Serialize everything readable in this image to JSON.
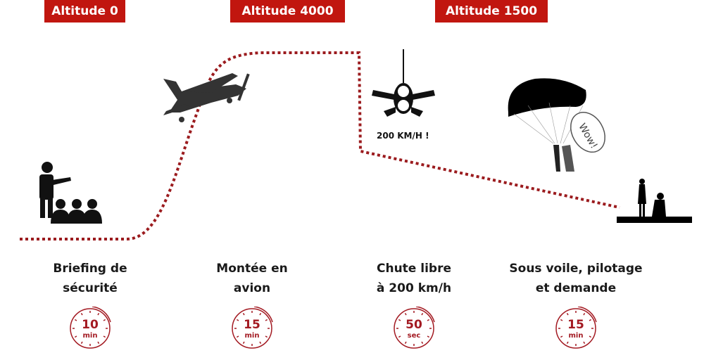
{
  "altitudes": [
    "Altitude 0",
    "Altitude 4000",
    "Altitude 1500"
  ],
  "speed_callout": "200 KM/H !",
  "bubble_text": "Wow!",
  "steps": [
    {
      "line1": "Briefing de",
      "line2": "sécurité",
      "duration": "10",
      "unit": "min"
    },
    {
      "line1": "Montée en",
      "line2": "avion",
      "duration": "15",
      "unit": "min"
    },
    {
      "line1": "Chute libre",
      "line2": "à 200 km/h",
      "duration": "50",
      "unit": "sec"
    },
    {
      "line1": "Sous voile, pilotage",
      "line2": "et demande",
      "duration": "15",
      "unit": "min"
    }
  ],
  "colors": {
    "accent": "#c1160f",
    "path": "#9b1b1e",
    "timer": "#a31a22"
  }
}
